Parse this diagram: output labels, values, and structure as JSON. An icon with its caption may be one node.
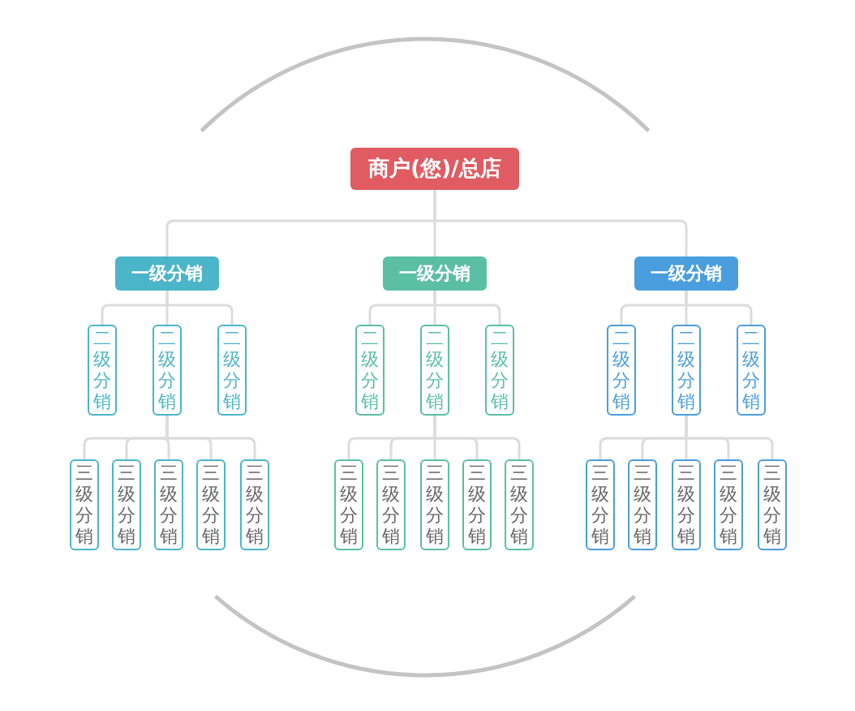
{
  "diagram": {
    "nodes": [
      {
        "text": [
          "商户(您)/总店"
        ]
      },
      {
        "text": [
          "一级分销"
        ]
      },
      {
        "text": [
          "一级分销"
        ]
      },
      {
        "text": [
          "一级分销"
        ]
      },
      {
        "text": [
          "二级分销"
        ]
      },
      {
        "text": [
          "二级分销"
        ]
      },
      {
        "text": [
          "二级分销"
        ]
      },
      {
        "text": [
          "二级分销"
        ]
      },
      {
        "text": [
          "二级分销"
        ]
      },
      {
        "text": [
          "二级分销"
        ]
      },
      {
        "text": [
          "二级分销"
        ]
      },
      {
        "text": [
          "二级分销"
        ]
      },
      {
        "text": [
          "二级分销"
        ]
      },
      {
        "text": [
          "三级分销"
        ]
      },
      {
        "text": [
          "三级分销"
        ]
      },
      {
        "text": [
          "三级分销"
        ]
      },
      {
        "text": [
          "三级分销"
        ]
      },
      {
        "text": [
          "三级分销"
        ]
      },
      {
        "text": [
          "三级分销"
        ]
      },
      {
        "text": [
          "三级分销"
        ]
      },
      {
        "text": [
          "三级分销"
        ]
      },
      {
        "text": [
          "三级分销"
        ]
      },
      {
        "text": [
          "三级分销"
        ]
      },
      {
        "text": [
          "三级分销"
        ]
      },
      {
        "text": [
          "三级分销"
        ]
      },
      {
        "text": [
          "三级分销"
        ]
      },
      {
        "text": [
          "三级分销"
        ]
      },
      {
        "text": [
          "三级分销"
        ]
      }
    ],
    "edges": [
      {
        "from": 0,
        "to": 1,
        "arrow": "none"
      },
      {
        "from": 0,
        "to": 2,
        "arrow": "none"
      },
      {
        "from": 0,
        "to": 3,
        "arrow": "none"
      },
      {
        "from": 1,
        "to": 4,
        "arrow": "none"
      },
      {
        "from": 1,
        "to": 5,
        "arrow": "none"
      },
      {
        "from": 1,
        "to": 6,
        "arrow": "none"
      },
      {
        "from": 2,
        "to": 7,
        "arrow": "none"
      },
      {
        "from": 2,
        "to": 8,
        "arrow": "none"
      },
      {
        "from": 2,
        "to": 9,
        "arrow": "none"
      },
      {
        "from": 3,
        "to": 10,
        "arrow": "none"
      },
      {
        "from": 3,
        "to": 11,
        "arrow": "none"
      },
      {
        "from": 3,
        "to": 12,
        "arrow": "none"
      },
      {
        "from": 5,
        "to": 13,
        "arrow": "none"
      },
      {
        "from": 5,
        "to": 14,
        "arrow": "none"
      },
      {
        "from": 5,
        "to": 15,
        "arrow": "none"
      },
      {
        "from": 5,
        "to": 16,
        "arrow": "none"
      },
      {
        "from": 5,
        "to": 17,
        "arrow": "none"
      },
      {
        "from": 8,
        "to": 18,
        "arrow": "none"
      },
      {
        "from": 8,
        "to": 19,
        "arrow": "none"
      },
      {
        "from": 8,
        "to": 20,
        "arrow": "none"
      },
      {
        "from": 8,
        "to": 21,
        "arrow": "none"
      },
      {
        "from": 8,
        "to": 22,
        "arrow": "none"
      },
      {
        "from": 11,
        "to": 23,
        "arrow": "none"
      },
      {
        "from": 11,
        "to": 24,
        "arrow": "none"
      },
      {
        "from": 11,
        "to": 25,
        "arrow": "none"
      },
      {
        "from": 11,
        "to": 26,
        "arrow": "none"
      },
      {
        "from": 11,
        "to": 27,
        "arrow": "none"
      }
    ]
  }
}
